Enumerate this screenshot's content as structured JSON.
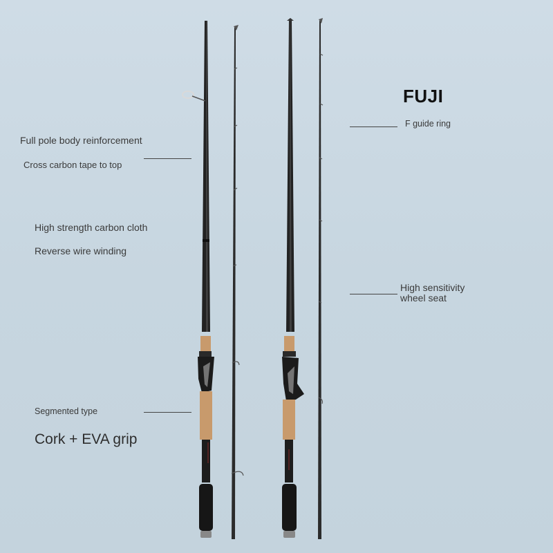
{
  "annotations": {
    "full_pole": "Full pole body reinforcement",
    "cross_carbon": "Cross carbon tape to top",
    "hs_cloth": "High strength carbon cloth",
    "reverse_wire": "Reverse wire winding",
    "segmented": "Segmented type",
    "cork": "Cork + EVA grip",
    "fuji": "FUJI",
    "f_guide": "F guide ring",
    "hs_wheel_line1": "High sensitivity",
    "hs_wheel_line2": "wheel seat"
  },
  "colors": {
    "background": "#c9d8e2",
    "rod_blank": "#1e1e1e",
    "cork": "#c89a6c",
    "eva": "#161616",
    "accent_red": "#8c2a2a"
  }
}
